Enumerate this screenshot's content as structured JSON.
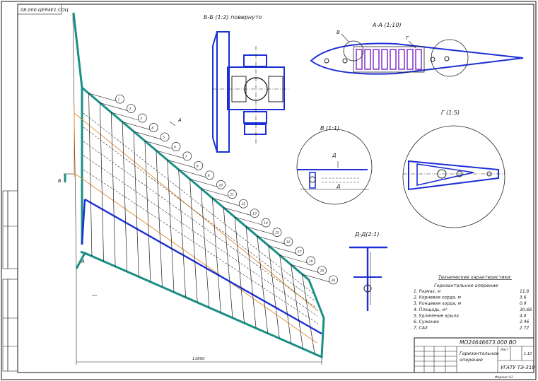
{
  "stamp": {
    "rotated_code": "08.000.ЦЕЯ4Е1.СОЦ"
  },
  "views": {
    "section_bb": "Б-Б (1:2) повернуто",
    "section_aa": "А-А (1:10)",
    "detail_v": "В (1:1)",
    "detail_g": "Г (1:5)",
    "section_dd": "Д-Д(2:1)"
  },
  "markers": {
    "A_top": "А",
    "A_bottom": "А",
    "B_left": "Б",
    "B_sec": "В",
    "G_sec": "Г",
    "D_top": "Д",
    "D_bottom": "Д"
  },
  "rib_labels": [
    "1",
    "2",
    "3",
    "4",
    "5",
    "6",
    "7",
    "8",
    "9",
    "10",
    "11",
    "12",
    "13",
    "14",
    "15",
    "16",
    "17",
    "18",
    "19",
    "20"
  ],
  "dimension": {
    "span": "11600"
  },
  "spec": {
    "title": "Технические характеристики:",
    "subtitle": "Горизонтальное оперение",
    "rows": [
      {
        "label": "1. Размах, м",
        "value": "11.6"
      },
      {
        "label": "2. Корневая хорда, м",
        "value": "3.6"
      },
      {
        "label": "3. Концевая хорда, м",
        "value": "0.9"
      },
      {
        "label": "4. Площадь, м²",
        "value": "30.68"
      },
      {
        "label": "5. Удлинение крыла",
        "value": "4.6"
      },
      {
        "label": "6. Сужение",
        "value": "2.46"
      },
      {
        "label": "7. САХ",
        "value": "2.72"
      }
    ]
  },
  "title_block": {
    "doc_code": "МО24646673.000 ВО",
    "name_line1": "Горизонтальное",
    "name_line2": "оперение",
    "org": "УГАТУ ТЭ-310",
    "scale": "1:10",
    "sheet": "Лист",
    "format": "Формат А1"
  },
  "colors": {
    "frame": "#111111",
    "spar": "#1b2fd6",
    "outline": "#1a8f86",
    "axis": "#e08a2c",
    "accent": "#7a1fc8"
  }
}
